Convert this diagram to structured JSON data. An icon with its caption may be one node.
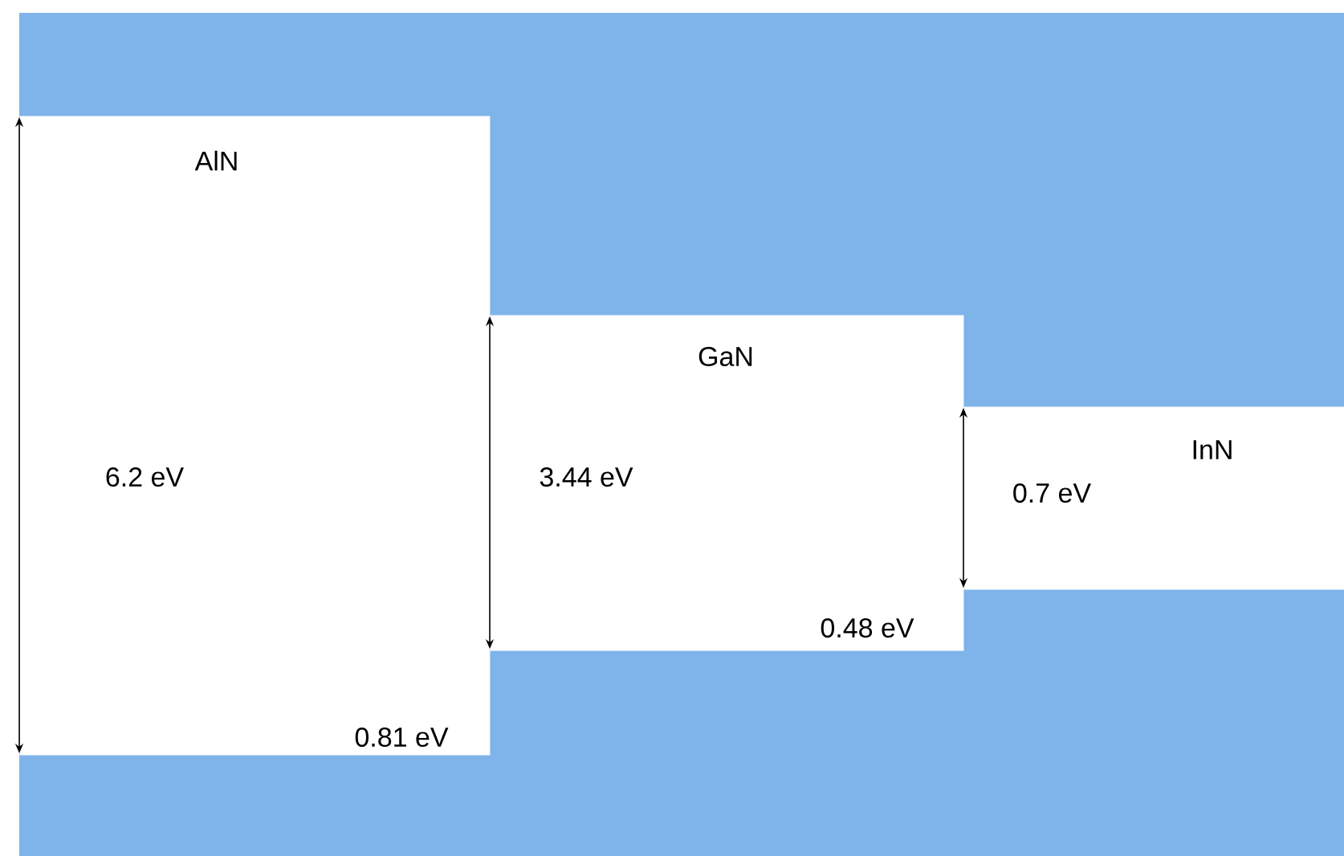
{
  "diagram": {
    "nodes": [
      {
        "text": [
          "AlN",
          "6.2 eV"
        ]
      },
      {
        "text": [
          "GaN",
          "3.44 eV"
        ]
      },
      {
        "text": [
          "InN",
          "0.7 eV"
        ]
      }
    ],
    "labels": [
      "0.81 eV",
      "0.48 eV"
    ]
  }
}
